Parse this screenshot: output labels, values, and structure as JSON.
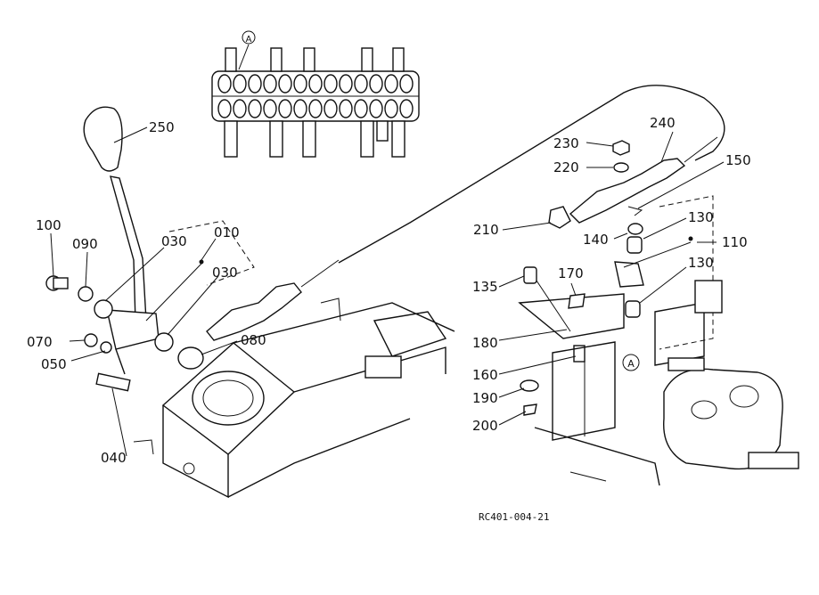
{
  "callout_letter": "A",
  "part_numbers": {
    "p250": "250",
    "p100": "100",
    "p090": "090",
    "p030a": "030",
    "p010": "010",
    "p030b": "030",
    "p070": "070",
    "p050": "050",
    "p080": "080",
    "p040": "040",
    "p230": "230",
    "p240": "240",
    "p220": "220",
    "p150": "150",
    "p210": "210",
    "p130a": "130",
    "p140": "140",
    "p110": "110",
    "p135": "135",
    "p170": "170",
    "p130b": "130",
    "p180": "180",
    "p160": "160",
    "p190": "190",
    "p200": "200"
  },
  "figure_code": "RC401-004-21"
}
